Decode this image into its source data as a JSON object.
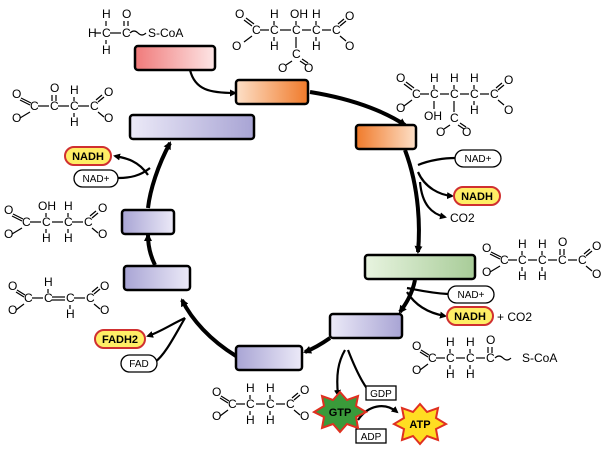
{
  "cofactors": {
    "nadh_1": "NADH",
    "nad_1": "NAD+",
    "nad_2": "NAD+",
    "nadh_2": "NADH",
    "co2_1": "CO2",
    "nad_3": "NAD+",
    "nadh_3": "NADH",
    "co2_2": "+ CO2",
    "fadh2": "FADH2",
    "fad": "FAD",
    "gdp": "GDP",
    "gtp": "GTP",
    "adp": "ADP",
    "atp": "ATP"
  },
  "molecules": {
    "acetyl_coa_label": "S-CoA",
    "succinyl_coa_label": "S-CoA"
  },
  "colors": {
    "enzyme_pink": "#f4a0a0",
    "enzyme_orange": "#f08a40",
    "enzyme_green": "#b8d8a8",
    "enzyme_lavender": "#b8b4dc",
    "nadh_fill": "#ffee66",
    "nadh_stroke": "#d03030",
    "gtp_fill": "#3a9a3a",
    "atp_fill": "#ffdd22",
    "star_stroke": "#e03020"
  }
}
